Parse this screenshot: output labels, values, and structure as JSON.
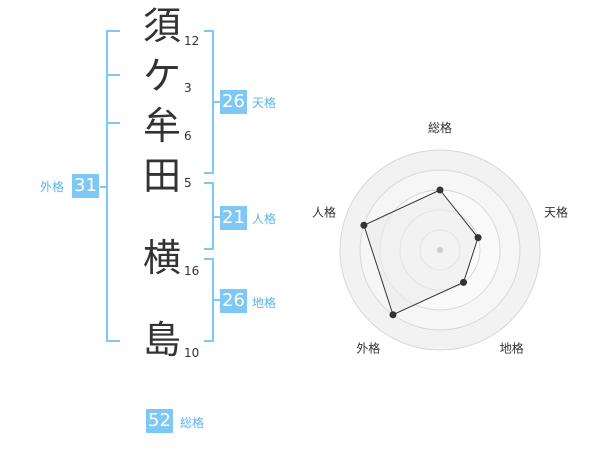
{
  "name": {
    "chars": [
      "須",
      "ケ",
      "牟",
      "田",
      "横",
      "島"
    ],
    "strokes": [
      "12",
      "3",
      "6",
      "5",
      "16",
      "10"
    ]
  },
  "scores": {
    "tenkaku": {
      "value": "26",
      "label": "天格"
    },
    "jinkaku": {
      "value": "21",
      "label": "人格"
    },
    "chikaku": {
      "value": "26",
      "label": "地格"
    },
    "gaikaku": {
      "value": "31",
      "label": "外格"
    },
    "soukaku": {
      "value": "52",
      "label": "総格"
    }
  },
  "radar": {
    "labels": [
      "総格",
      "天格",
      "地格",
      "外格",
      "人格"
    ],
    "levels": 5,
    "values": [
      3.0,
      2.0,
      2.0,
      4.0,
      4.0
    ]
  },
  "colors": {
    "accent": "#7ec8f5",
    "accent_text": "#5ab4ea",
    "radar_fill": "#f2f2f2",
    "radar_line": "#333333"
  }
}
